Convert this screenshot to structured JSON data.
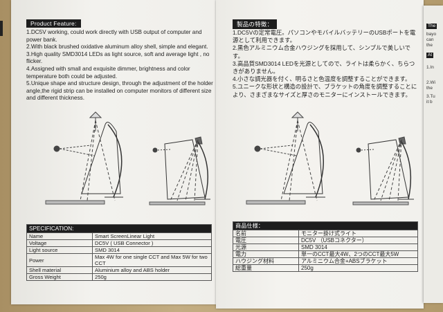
{
  "left": {
    "header": "Product Feature:",
    "features": [
      "1.DC5V working, could work directly with USB output of computer and power bank.",
      "2.With black brushed oxidative aluminum alloy shell, simple and elegant.",
      "3.High quality SMD3014 LEDs as light source, soft and average light , no flicker.",
      "4.Assigned with small and exquisite dimmer, brightness and color temperature both could be adjusted.",
      "5.Unique shape and structure design, through the adjustment of the holder angle,the rigid strip can be installed on computer monitors of different size and different thickness."
    ],
    "spec_header": "SPECIFICATION:",
    "spec_rows": [
      {
        "k": "Name",
        "v": "Smart ScreenLinear Light"
      },
      {
        "k": "Voltage",
        "v": "DC5V ( USB Connector )"
      },
      {
        "k": "Light source",
        "v": "SMD 3014"
      },
      {
        "k": "Power",
        "v": "Max 4W for one single CCT and Max 5W for two CCT"
      },
      {
        "k": "Shell material",
        "v": "Aluminium alloy and ABS holder"
      },
      {
        "k": "Gross Weight",
        "v": "250g"
      }
    ]
  },
  "right": {
    "header": "製品の特徴：",
    "features": [
      "1.DC5Vの定常電圧。パソコンやモバイルバッテリーのUSBポートを電源として利用できます。",
      "2.黒色アルミニウム合金ハウジングを採用して、シンプルで美しいです。",
      "3.高品質SMD3014 LEDを光源としてので、ライトは柔らかく、ちらつきがありません。",
      "4.小さな調光器を付く、明るさと色温度を調整することができます。",
      "5.ユニークな形状と構造の設計で、ブラケットの角度を調整することにより、さまざまなサイズと厚さのモニターにインストールできます。"
    ],
    "spec_header": "商品仕様：",
    "spec_rows": [
      {
        "k": "名前",
        "v": "モニター掛け式ライト"
      },
      {
        "k": "電圧",
        "v": "DC5V （USBコネクター）"
      },
      {
        "k": "光源",
        "v": "SMD 3014"
      },
      {
        "k": "電力",
        "v": "単一のCCT最大4W、2つのCCT最大5W"
      },
      {
        "k": "ハウジング材料",
        "v": "アルミニウム合金+ABSブラケット"
      },
      {
        "k": "総重量",
        "v": "250g"
      }
    ]
  },
  "next_page": {
    "lines": [
      "The",
      "bayo",
      "can",
      "the",
      "At",
      "1.In",
      "2.Wi",
      "the",
      "3.Tu",
      "it b"
    ]
  }
}
